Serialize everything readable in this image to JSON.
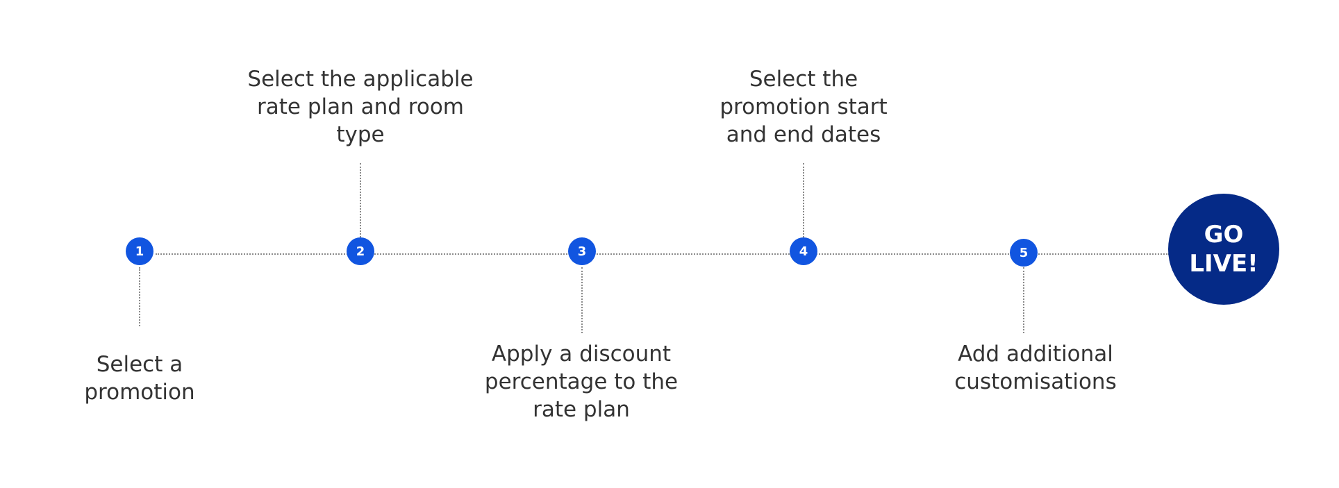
{
  "colors": {
    "step_node": "#1155e0",
    "finish_node": "#052a87",
    "connector": "#8a8a8a",
    "label_text": "#333333"
  },
  "steps": [
    {
      "number": "1",
      "label": "Select a promotion",
      "label_position": "below"
    },
    {
      "number": "2",
      "label": "Select the applicable rate plan and room type",
      "label_position": "above"
    },
    {
      "number": "3",
      "label": "Apply a discount percentage to the rate plan",
      "label_position": "below"
    },
    {
      "number": "4",
      "label": "Select the promotion start and end dates",
      "label_position": "above"
    },
    {
      "number": "5",
      "label": "Add additional customisations",
      "label_position": "below"
    }
  ],
  "finish": {
    "label": "GO LIVE!"
  }
}
